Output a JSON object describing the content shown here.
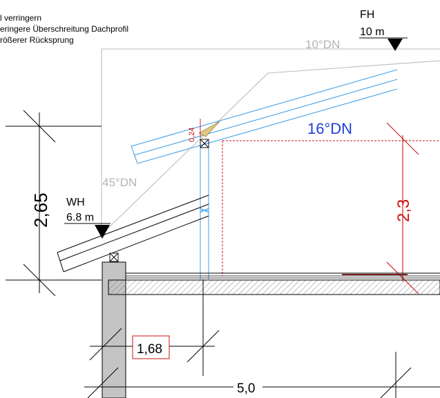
{
  "notes": [
    "l verringern",
    "eringere Überschreitung Dachprofil",
    "rößerer Rücksprung"
  ],
  "ridge_height": {
    "label": "FH",
    "value": "10 m"
  },
  "eave_height": {
    "label": "WH",
    "value": "6.8 m"
  },
  "angles": {
    "ridge_pitch": "10°DN",
    "main_pitch": "16°DN",
    "steep_pitch": "45°DN"
  },
  "dimensions": {
    "small_offset": "0,24",
    "wall_height": "2,65",
    "clear_height": "2,3",
    "setback": "1,68",
    "width": "5,0"
  },
  "colors": {
    "line": "#000000",
    "profile": "#bbbbbb",
    "rafter": "#3fa0e8",
    "angle_blue": "#1f3fd6",
    "dimension_red": "#cc1111",
    "fill_triangle": "#e0c882",
    "wall": "#c4c4c4"
  }
}
